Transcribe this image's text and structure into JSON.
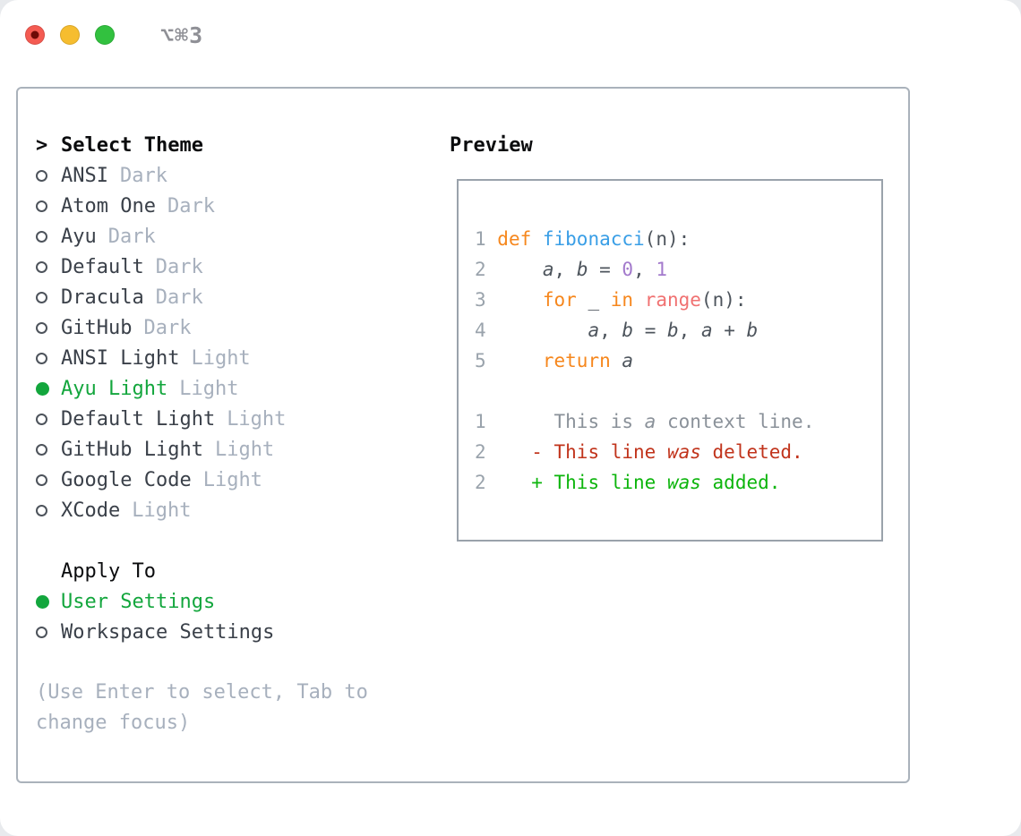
{
  "window": {
    "title": "⌥⌘3",
    "controls": [
      {
        "name": "close"
      },
      {
        "name": "minimize"
      },
      {
        "name": "zoom"
      }
    ]
  },
  "theme_list": {
    "header_prefix": ">",
    "header": "Select Theme",
    "items": [
      {
        "name": "ANSI",
        "variant": "Dark",
        "selected": false
      },
      {
        "name": "Atom One",
        "variant": "Dark",
        "selected": false
      },
      {
        "name": "Ayu",
        "variant": "Dark",
        "selected": false
      },
      {
        "name": "Default",
        "variant": "Dark",
        "selected": false
      },
      {
        "name": "Dracula",
        "variant": "Dark",
        "selected": false
      },
      {
        "name": "GitHub",
        "variant": "Dark",
        "selected": false
      },
      {
        "name": "ANSI Light",
        "variant": "Light",
        "selected": false
      },
      {
        "name": "Ayu Light",
        "variant": "Light",
        "selected": true
      },
      {
        "name": "Default Light",
        "variant": "Light",
        "selected": false
      },
      {
        "name": "GitHub Light",
        "variant": "Light",
        "selected": false
      },
      {
        "name": "Google Code",
        "variant": "Light",
        "selected": false
      },
      {
        "name": "XCode",
        "variant": "Light",
        "selected": false
      }
    ]
  },
  "apply_to": {
    "header": "Apply To",
    "options": [
      {
        "label": "User Settings",
        "selected": true
      },
      {
        "label": "Workspace Settings",
        "selected": false
      }
    ]
  },
  "hint": "(Use Enter to select, Tab to change focus)",
  "preview": {
    "header": "Preview",
    "code_lines": [
      [
        {
          "t": "1 ",
          "s": "ln"
        },
        {
          "t": "def ",
          "s": "kw"
        },
        {
          "t": "fibonacci",
          "s": "fn"
        },
        {
          "t": "(n):",
          "s": "pl"
        }
      ],
      [
        {
          "t": "2 ",
          "s": "ln"
        },
        {
          "t": "    ",
          "s": "pl"
        },
        {
          "t": "a",
          "s": "var"
        },
        {
          "t": ", ",
          "s": "pl"
        },
        {
          "t": "b",
          "s": "var"
        },
        {
          "t": " = ",
          "s": "pl"
        },
        {
          "t": "0",
          "s": "num"
        },
        {
          "t": ", ",
          "s": "pl"
        },
        {
          "t": "1",
          "s": "num"
        }
      ],
      [
        {
          "t": "3 ",
          "s": "ln"
        },
        {
          "t": "    ",
          "s": "pl"
        },
        {
          "t": "for",
          "s": "kw"
        },
        {
          "t": " _ ",
          "s": "pl"
        },
        {
          "t": "in",
          "s": "kw"
        },
        {
          "t": " ",
          "s": "pl"
        },
        {
          "t": "range",
          "s": "bi"
        },
        {
          "t": "(n):",
          "s": "pl"
        }
      ],
      [
        {
          "t": "4 ",
          "s": "ln"
        },
        {
          "t": "        ",
          "s": "pl"
        },
        {
          "t": "a",
          "s": "var"
        },
        {
          "t": ", ",
          "s": "pl"
        },
        {
          "t": "b",
          "s": "var"
        },
        {
          "t": " = ",
          "s": "pl"
        },
        {
          "t": "b",
          "s": "var"
        },
        {
          "t": ", ",
          "s": "pl"
        },
        {
          "t": "a",
          "s": "var"
        },
        {
          "t": " + ",
          "s": "pl"
        },
        {
          "t": "b",
          "s": "var"
        }
      ],
      [
        {
          "t": "5 ",
          "s": "ln"
        },
        {
          "t": "    ",
          "s": "pl"
        },
        {
          "t": "return",
          "s": "kw"
        },
        {
          "t": " ",
          "s": "pl"
        },
        {
          "t": "a",
          "s": "var"
        }
      ],
      [],
      [
        {
          "t": "1",
          "s": "ln"
        },
        {
          "t": "      ",
          "s": "pl"
        },
        {
          "t": "This is ",
          "s": "ctx"
        },
        {
          "t": "a",
          "s": "ctx-var"
        },
        {
          "t": " context line.",
          "s": "ctx"
        }
      ],
      [
        {
          "t": "2",
          "s": "ln"
        },
        {
          "t": "    ",
          "s": "pl"
        },
        {
          "t": "- This line ",
          "s": "del"
        },
        {
          "t": "was",
          "s": "del-var"
        },
        {
          "t": " deleted.",
          "s": "del"
        }
      ],
      [
        {
          "t": "2",
          "s": "ln"
        },
        {
          "t": "    ",
          "s": "pl"
        },
        {
          "t": "+ This line ",
          "s": "add"
        },
        {
          "t": "was",
          "s": "add-var"
        },
        {
          "t": " added.",
          "s": "add"
        }
      ]
    ]
  },
  "colors": {
    "accent_green": "#13a63d",
    "keyword_orange": "#f6871d",
    "function_blue": "#399ee6",
    "number_purple": "#a37acc",
    "builtin_coral": "#f07171",
    "code_plain": "#4d545c",
    "line_number_gray": "#9aa3ac",
    "context_gray": "#8a9199",
    "deleted_red": "#c1341c",
    "added_green": "#0db50d",
    "muted_gray": "#a7b0bd",
    "item_text": "#3a4049",
    "panel_border": "#aab2bb",
    "traffic_red": "#f45b52",
    "traffic_yellow": "#f6bd2f",
    "traffic_green": "#32c13f"
  }
}
